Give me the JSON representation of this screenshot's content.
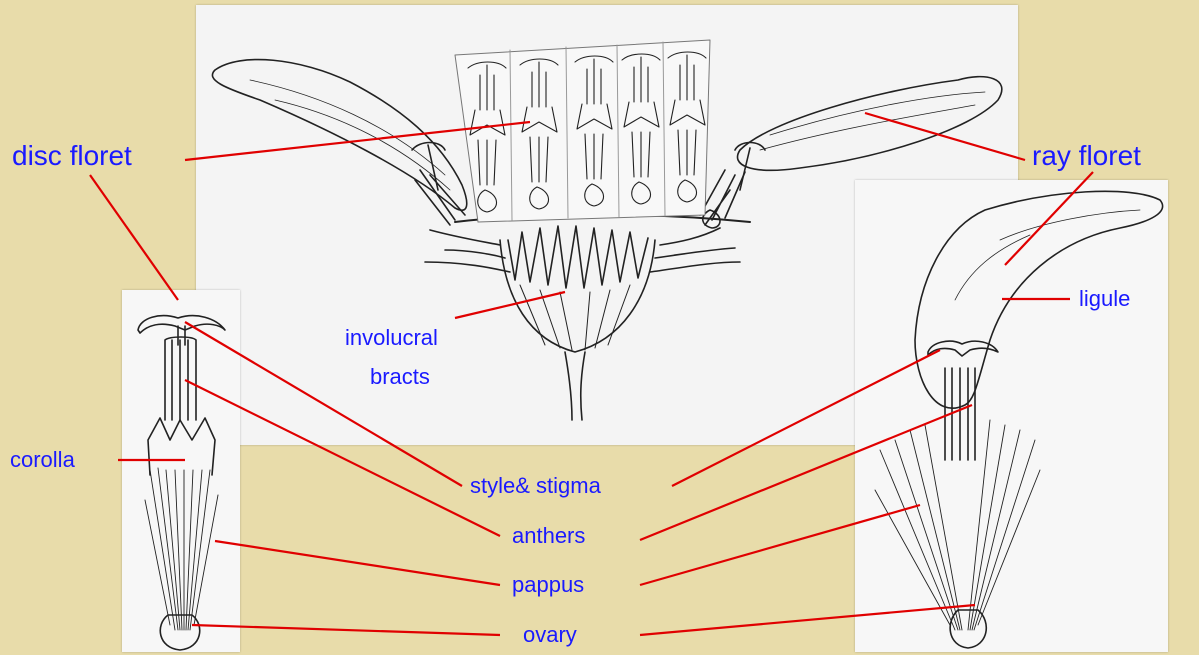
{
  "labels": {
    "disc_floret": "disc floret",
    "ray_floret": "ray floret",
    "involucral": "involucral",
    "bracts": "bracts",
    "ligule": "ligule",
    "corolla": "corolla",
    "style_stigma": "style& stigma",
    "anthers": "anthers",
    "pappus": "pappus",
    "ovary": "ovary"
  },
  "colors": {
    "background": "#e8dcaa",
    "label_text": "#1a1aff",
    "leader_line": "#e00000",
    "ink": "#222222"
  }
}
